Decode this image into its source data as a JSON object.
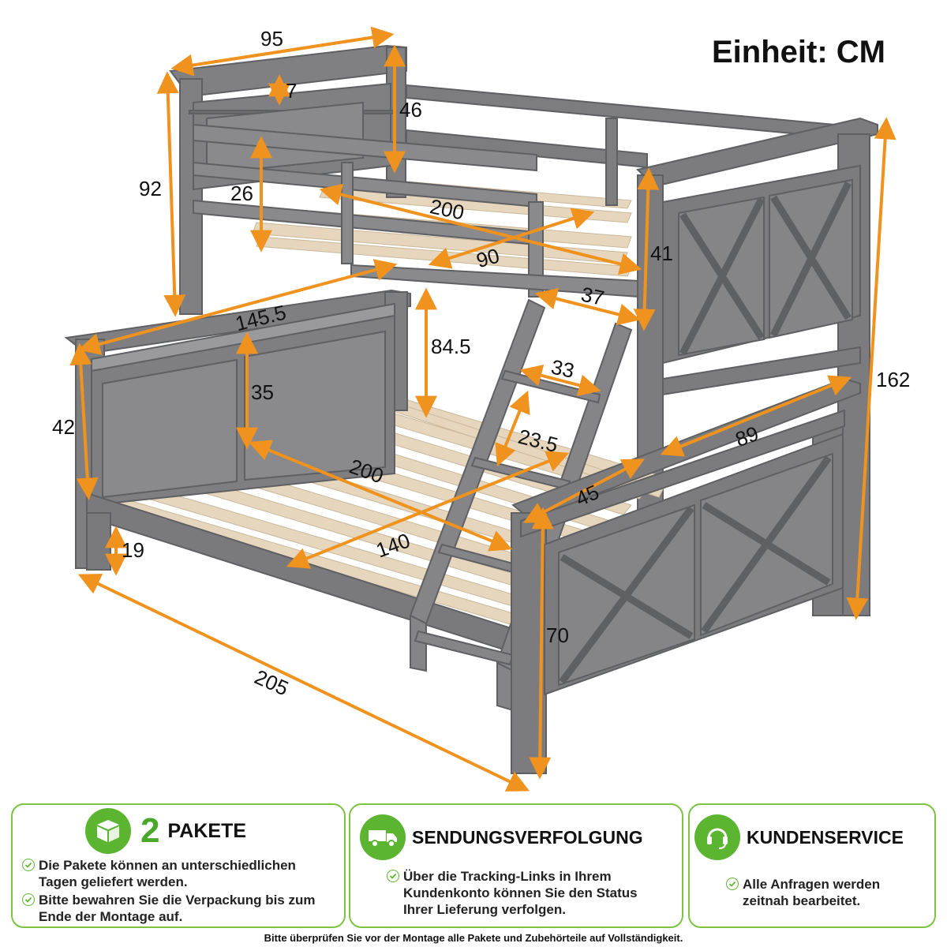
{
  "header": {
    "unit_label": "Einheit: CM"
  },
  "dimensions": [
    {
      "id": "top-width",
      "label": "95"
    },
    {
      "id": "top-rail-thickness",
      "label": "7"
    },
    {
      "id": "upper-headboard-height",
      "label": "46"
    },
    {
      "id": "upper-total-height",
      "label": "92"
    },
    {
      "id": "upper-guard-height",
      "label": "26"
    },
    {
      "id": "upper-length",
      "label": "200"
    },
    {
      "id": "upper-width",
      "label": "90"
    },
    {
      "id": "upper-right-panel",
      "label": "41"
    },
    {
      "id": "ladder-opening",
      "label": "37"
    },
    {
      "id": "side-rail-length",
      "label": "145.5"
    },
    {
      "id": "between-beds",
      "label": "84.5"
    },
    {
      "id": "step-width",
      "label": "33"
    },
    {
      "id": "total-height",
      "label": "162"
    },
    {
      "id": "lower-headboard-height",
      "label": "42"
    },
    {
      "id": "lower-panel-height",
      "label": "35"
    },
    {
      "id": "step-spacing",
      "label": "23.5"
    },
    {
      "id": "footboard-top-width",
      "label": "89"
    },
    {
      "id": "lower-length",
      "label": "200"
    },
    {
      "id": "footboard-rail",
      "label": "45"
    },
    {
      "id": "lower-width",
      "label": "140"
    },
    {
      "id": "floor-clearance",
      "label": "19"
    },
    {
      "id": "footboard-height",
      "label": "70"
    },
    {
      "id": "total-length",
      "label": "205"
    }
  ],
  "cards": {
    "packages": {
      "count": "2",
      "title": "PAKETE",
      "icon": "package-icon",
      "items": [
        "Die Pakete können an unterschiedlichen Tagen geliefert werden.",
        "Bitte bewahren Sie die Verpackung bis zum Ende der Montage auf."
      ]
    },
    "tracking": {
      "title": "SENDUNGSVERFOLGUNG",
      "icon": "truck-icon",
      "items": [
        "Über die Tracking-Links in Ihrem Kundenkonto können Sie den Status Ihrer Lieferung verfolgen."
      ]
    },
    "service": {
      "title": "KUNDENSERVICE",
      "icon": "headset-icon",
      "items": [
        "Alle Anfragen werden zeitnah bearbeitet."
      ]
    }
  },
  "footer": {
    "note": "Bitte überprüfen Sie vor der Montage alle Pakete und Zubehörteile auf Vollständigkeit."
  },
  "colors": {
    "dimension": "#f0921e",
    "frame": "#7f7f81",
    "frame_dark": "#5f6063",
    "slat": "#e8d9c2",
    "accent": "#5cb531"
  }
}
